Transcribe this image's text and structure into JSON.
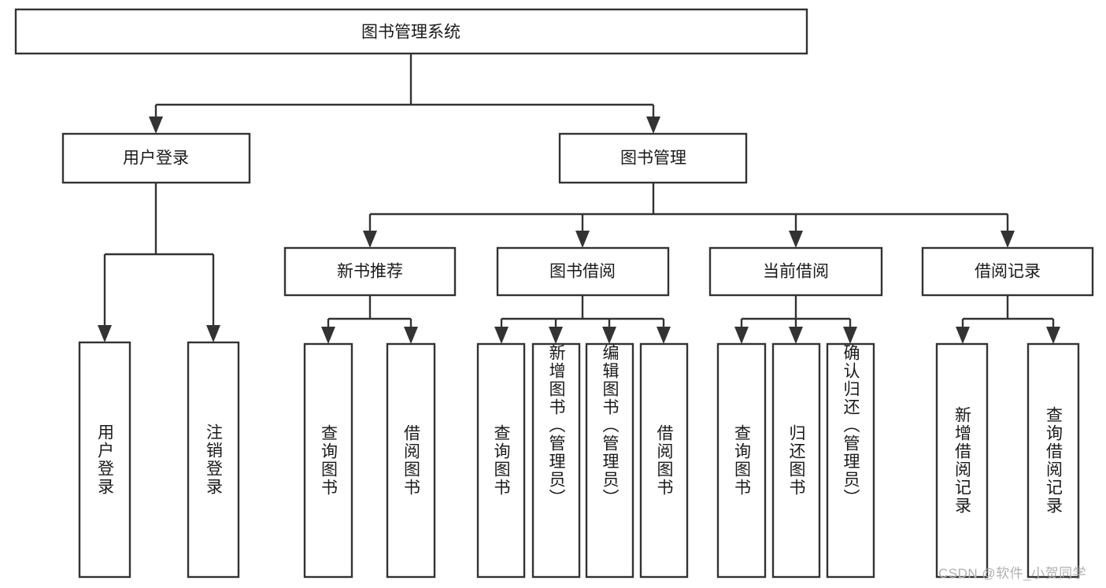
{
  "diagram": {
    "title": "图书管理系统",
    "type": "tree",
    "root": {
      "label": "图书管理系统",
      "children": [
        {
          "label": "用户登录",
          "children": [
            {
              "label": "用户登录"
            },
            {
              "label": "注销登录"
            }
          ]
        },
        {
          "label": "图书管理",
          "children": [
            {
              "label": "新书推荐",
              "children": [
                {
                  "label": "查询图书"
                },
                {
                  "label": "借阅图书"
                }
              ]
            },
            {
              "label": "图书借阅",
              "children": [
                {
                  "label": "查询图书"
                },
                {
                  "label": "新增图书（管理员）"
                },
                {
                  "label": "编辑图书（管理员）"
                },
                {
                  "label": "借阅图书"
                }
              ]
            },
            {
              "label": "当前借阅",
              "children": [
                {
                  "label": "查询图书"
                },
                {
                  "label": "归还图书"
                },
                {
                  "label": "确认归还（管理员）"
                }
              ]
            },
            {
              "label": "借阅记录",
              "children": [
                {
                  "label": "新增借阅记录"
                },
                {
                  "label": "查询借阅记录"
                }
              ]
            }
          ]
        }
      ]
    }
  },
  "nodes": {
    "root": {
      "label": "图书管理系统"
    },
    "l1": [
      {
        "label": "用户登录"
      },
      {
        "label": "图书管理"
      }
    ],
    "l2": [
      {
        "label": "新书推荐"
      },
      {
        "label": "图书借阅"
      },
      {
        "label": "当前借阅"
      },
      {
        "label": "借阅记录"
      }
    ],
    "leaves": [
      {
        "label": "用户登录"
      },
      {
        "label": "注销登录"
      },
      {
        "label": "查询图书"
      },
      {
        "label": "借阅图书"
      },
      {
        "label": "查询图书"
      },
      {
        "label": "新增图书（管理员）"
      },
      {
        "label": "编辑图书（管理员）"
      },
      {
        "label": "借阅图书"
      },
      {
        "label": "查询图书"
      },
      {
        "label": "归还图书"
      },
      {
        "label": "确认归还（管理员）"
      },
      {
        "label": "新增借阅记录"
      },
      {
        "label": "查询借阅记录"
      }
    ]
  },
  "watermark": {
    "text": "CSDN @软件_小贺同学"
  },
  "colors": {
    "background": "#ffffff",
    "box_fill": "#ffffff",
    "box_stroke": "#333333",
    "text": "#1a1a1a",
    "watermark": "#b0b0b0"
  }
}
